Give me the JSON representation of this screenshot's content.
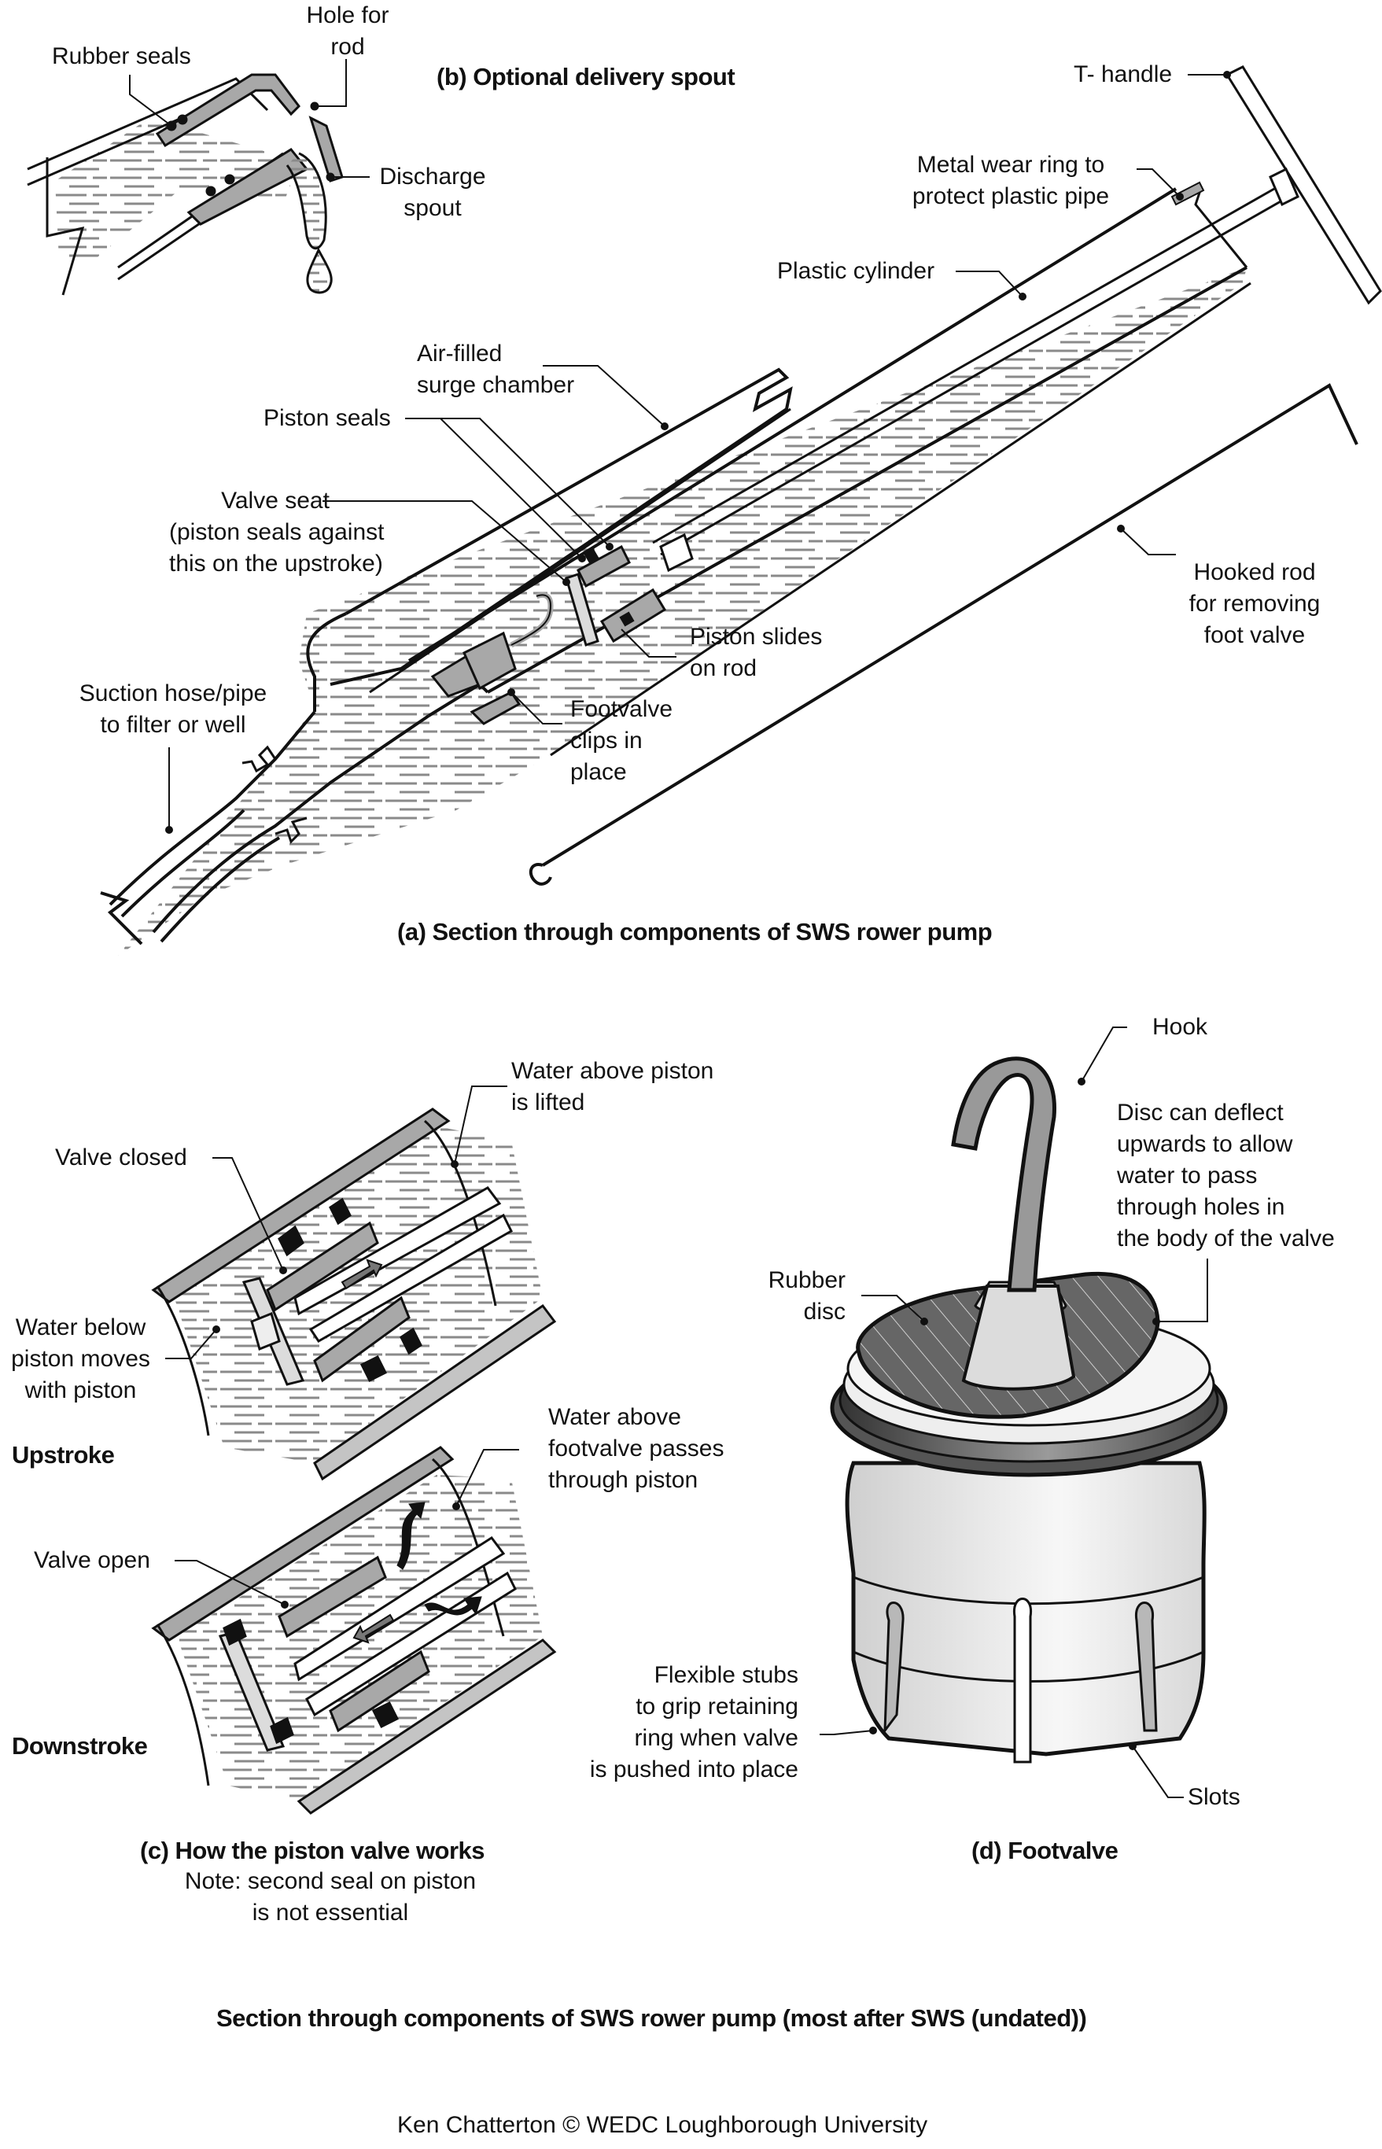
{
  "figure": {
    "main_caption": "Section through components of SWS rower pump (most after SWS (undated))",
    "credit": "Ken Chatterton   ©  WEDC  Loughborough University"
  },
  "panel_a": {
    "title": "(a) Section through components of SWS rower pump",
    "labels": {
      "t_handle": "T- handle",
      "metal_wear_ring": [
        "Metal wear ring to",
        "protect plastic pipe"
      ],
      "plastic_cylinder": "Plastic cylinder",
      "air_filled": [
        "Air-filled",
        "surge chamber"
      ],
      "piston_seals": "Piston seals",
      "valve_seat": [
        "Valve seat",
        "(piston seals against",
        "this on the upstroke)"
      ],
      "hooked_rod": [
        "Hooked rod",
        "for removing",
        "foot valve"
      ],
      "piston_slides": [
        "Piston slides",
        "on rod"
      ],
      "suction_hose": [
        "Suction hose/pipe",
        "to filter or well"
      ],
      "footvalve_clips": [
        "Footvalve",
        "clips in",
        "place"
      ]
    }
  },
  "panel_b": {
    "title": "(b) Optional delivery spout",
    "labels": {
      "rubber_seals": "Rubber seals",
      "hole_for_rod": [
        "Hole for",
        "rod"
      ],
      "discharge_spout": [
        "Discharge",
        "spout"
      ]
    }
  },
  "panel_c": {
    "title": "(c) How the piston valve works",
    "note": [
      "Note: second seal on piston",
      "is not essential"
    ],
    "upstroke": {
      "heading": "Upstroke",
      "valve_closed": "Valve closed",
      "water_above": [
        "Water above piston",
        "is lifted"
      ],
      "water_below": [
        "Water below",
        "piston moves",
        "with piston"
      ]
    },
    "downstroke": {
      "heading": "Downstroke",
      "valve_open": "Valve open",
      "water_above": [
        "Water above",
        "footvalve passes",
        "through piston"
      ]
    }
  },
  "panel_d": {
    "title": "(d) Footvalve",
    "labels": {
      "hook": "Hook",
      "disc_deflect": [
        "Disc can deflect",
        "upwards to allow",
        "water to pass",
        "through holes in",
        "the body of the valve"
      ],
      "rubber_disc": [
        "Rubber",
        "disc"
      ],
      "flexible_stubs": [
        "Flexible stubs",
        "to grip retaining",
        "ring when valve",
        "is pushed into place"
      ],
      "slots": "Slots"
    }
  },
  "colors": {
    "ink": "#111111",
    "part_grey": "#a8a8a8",
    "light_grey": "#dcdcdc",
    "dark_grey": "#666666",
    "water_dash": "#8a8a8a"
  }
}
